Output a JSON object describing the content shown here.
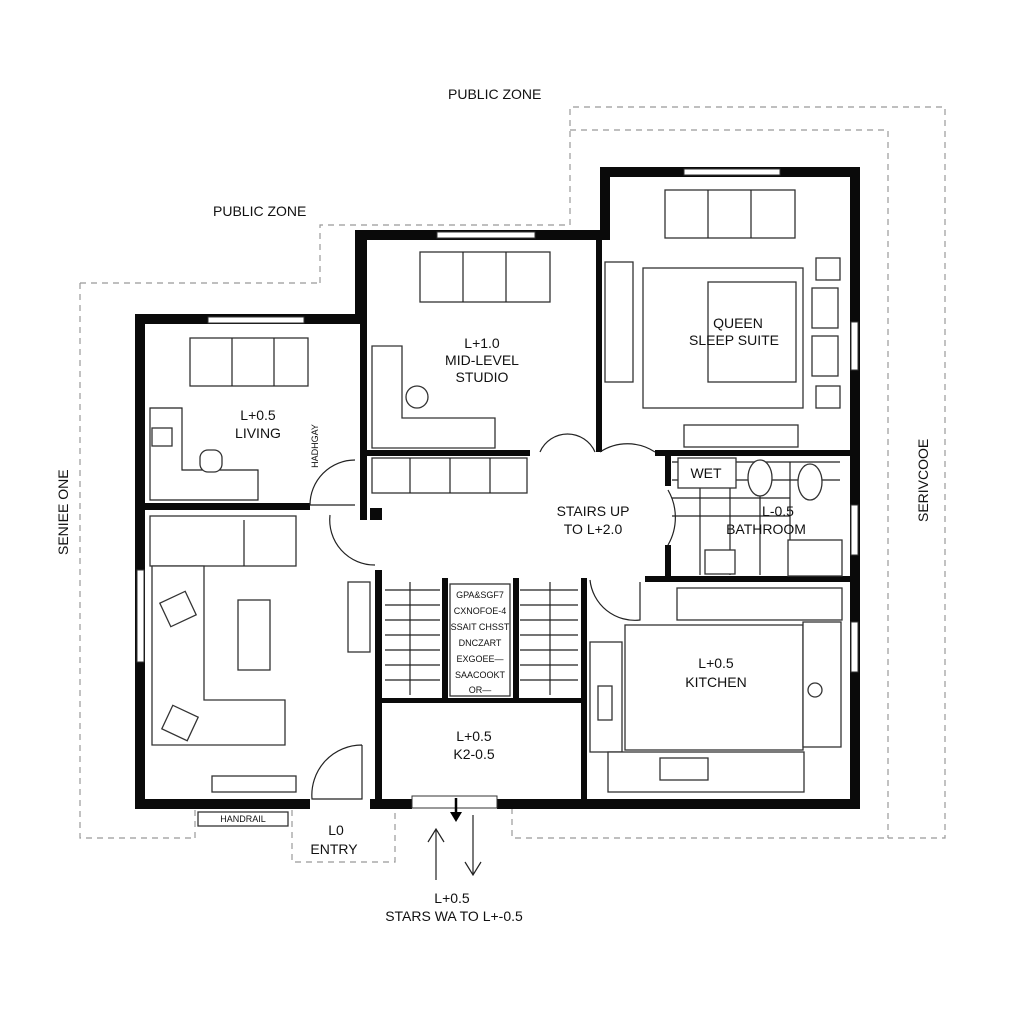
{
  "zones": {
    "public_zone_top": "PUBLIC ZONE",
    "public_zone_left": "PUBLIC ZONE",
    "service_left": "SENIEE ONE",
    "service_right": "SERIVCOOE"
  },
  "rooms": {
    "living": [
      "L+0.5",
      "LIVING"
    ],
    "studio": [
      "L+1.0",
      "MID-LEVEL",
      "STUDIO"
    ],
    "suite": [
      "QUEEN",
      "SLEEP SUITE"
    ],
    "wet": "WET",
    "bathroom": [
      "L-0.5",
      "BATHROOM"
    ],
    "stairs_up": [
      "STAIRS UP",
      "TO L+2.0"
    ],
    "kitchen": [
      "L+0.5",
      "KITCHEN"
    ],
    "landing": [
      "L+0.5",
      "K2-0.5"
    ],
    "entry": [
      "L0",
      "ENTRY"
    ],
    "handrail": "HANDRAIL",
    "handrail_vertical": "HADHGAY"
  },
  "stair_signs": [
    "GPA&SGF7",
    "CXNOFOE-4",
    "SSAIT CHSST",
    "DNCZART",
    "EXGOEE—",
    "SAACOOKT",
    "OR—"
  ],
  "footer": [
    "L+0.5",
    "STARS WA TO L+-0.5"
  ],
  "colors": {
    "wall": "#0a0a0a",
    "line": "#333333",
    "zone_dash": "#999999"
  }
}
